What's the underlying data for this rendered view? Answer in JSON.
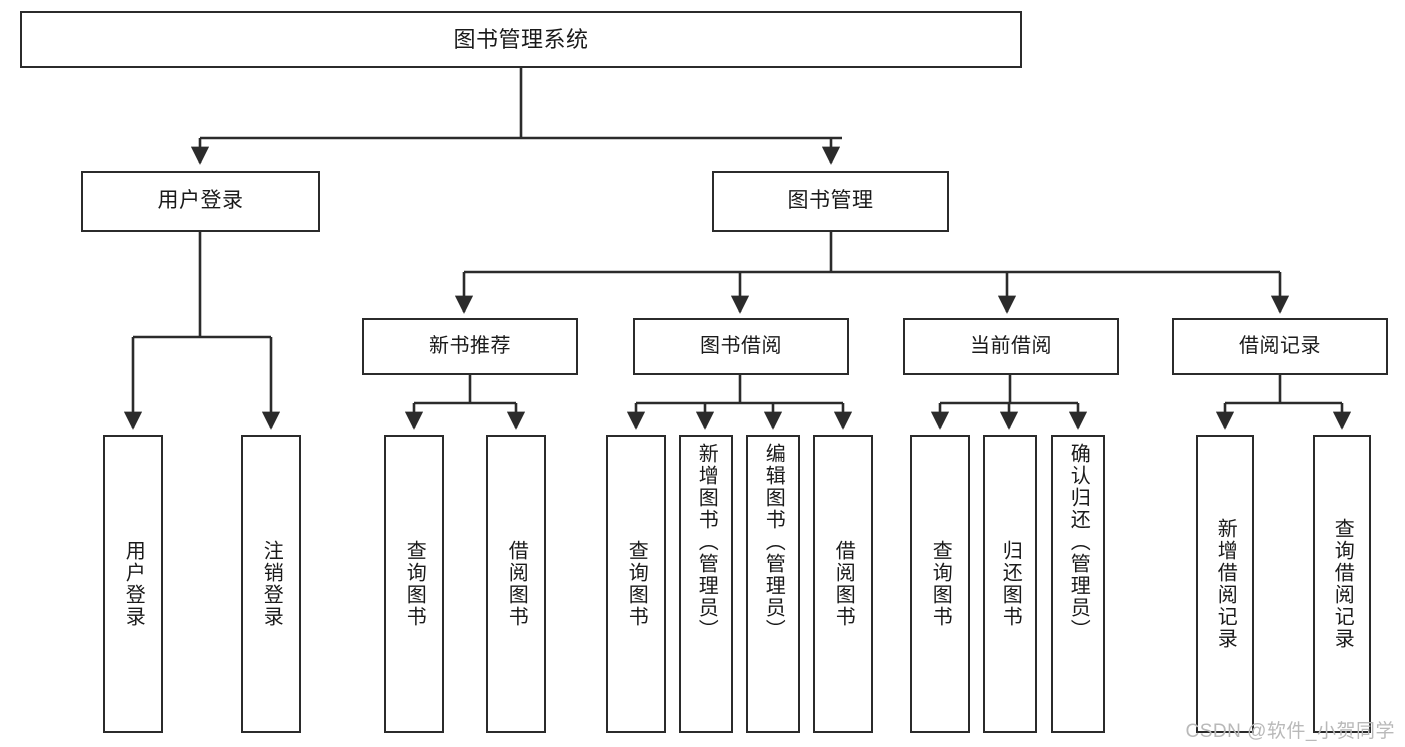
{
  "diagram": {
    "type": "tree-hierarchy",
    "title": "图书管理系统",
    "orientation": "top-down",
    "colors": {
      "box_border": "#2b2b2b",
      "box_fill": "#ffffff",
      "connector": "#2b2b2b",
      "text": "#1a1a1a",
      "watermark": "#b9b9b9"
    },
    "root": {
      "label": "图书管理系统"
    },
    "level2": [
      {
        "label": "用户登录"
      },
      {
        "label": "图书管理"
      }
    ],
    "level3": [
      {
        "label": "新书推荐"
      },
      {
        "label": "图书借阅"
      },
      {
        "label": "当前借阅"
      },
      {
        "label": "借阅记录"
      }
    ],
    "leaves": [
      {
        "label": "用户登录",
        "parent": "用户登录",
        "align": "center"
      },
      {
        "label": "注销登录",
        "parent": "用户登录",
        "align": "center"
      },
      {
        "label": "查询图书",
        "parent": "新书推荐",
        "align": "center"
      },
      {
        "label": "借阅图书",
        "parent": "新书推荐",
        "align": "center"
      },
      {
        "label": "查询图书",
        "parent": "图书借阅",
        "align": "center"
      },
      {
        "label": "新增图书（管理员）",
        "parent": "图书借阅",
        "align": "top"
      },
      {
        "label": "编辑图书（管理员）",
        "parent": "图书借阅",
        "align": "top"
      },
      {
        "label": "借阅图书",
        "parent": "图书借阅",
        "align": "center"
      },
      {
        "label": "查询图书",
        "parent": "当前借阅",
        "align": "center"
      },
      {
        "label": "归还图书",
        "parent": "当前借阅",
        "align": "center"
      },
      {
        "label": "确认归还（管理员）",
        "parent": "当前借阅",
        "align": "top"
      },
      {
        "label": "新增借阅记录",
        "parent": "借阅记录",
        "align": "center"
      },
      {
        "label": "查询借阅记录",
        "parent": "借阅记录",
        "align": "center"
      }
    ]
  },
  "watermark": {
    "text": "CSDN @软件_小贺同学"
  }
}
